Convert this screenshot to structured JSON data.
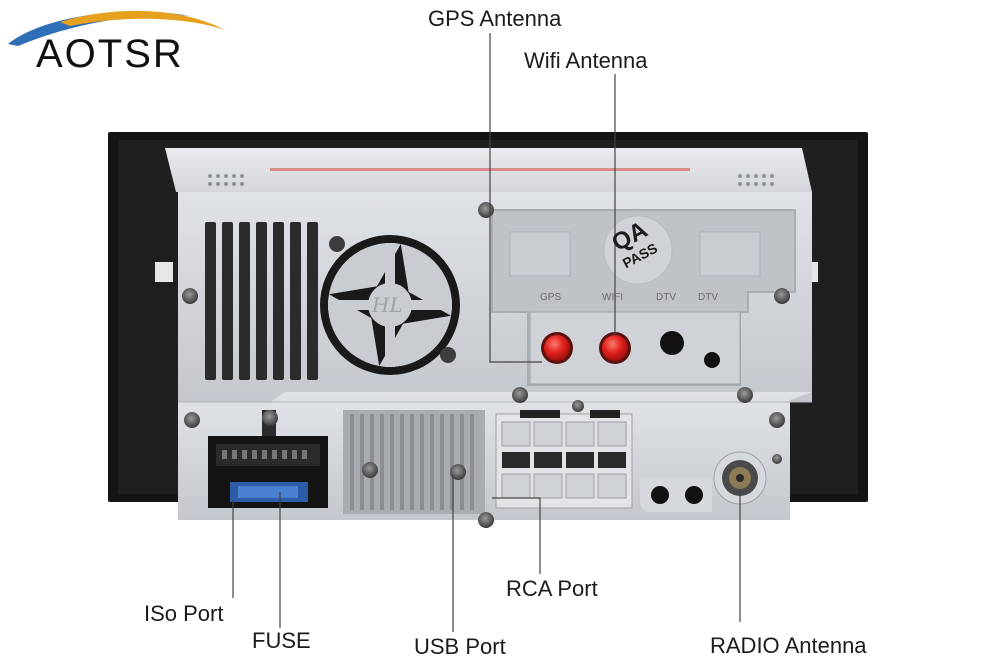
{
  "brand": {
    "name": "AOTSR",
    "swoosh_colors": [
      "#2f6fb8",
      "#e8a11f"
    ]
  },
  "callouts": {
    "gps_antenna": "GPS Antenna",
    "wifi_antenna": "Wifi Antenna",
    "iso_port": "ISo Port",
    "fuse": "FUSE",
    "usb_port": "USB Port",
    "rca_port": "RCA  Port",
    "radio_antenna": "RADIO Antenna"
  },
  "sticker": {
    "line1": "QA",
    "line2": "PASS"
  },
  "port_tags": {
    "gps": "GPS",
    "wifi": "WIFI",
    "dtv": "DTV",
    "dtv2": "DTV"
  },
  "colors": {
    "antenna_connector": "#e0201c",
    "chassis": "#cfd2d6",
    "bezel": "#141414",
    "callout_line": "#444444"
  }
}
